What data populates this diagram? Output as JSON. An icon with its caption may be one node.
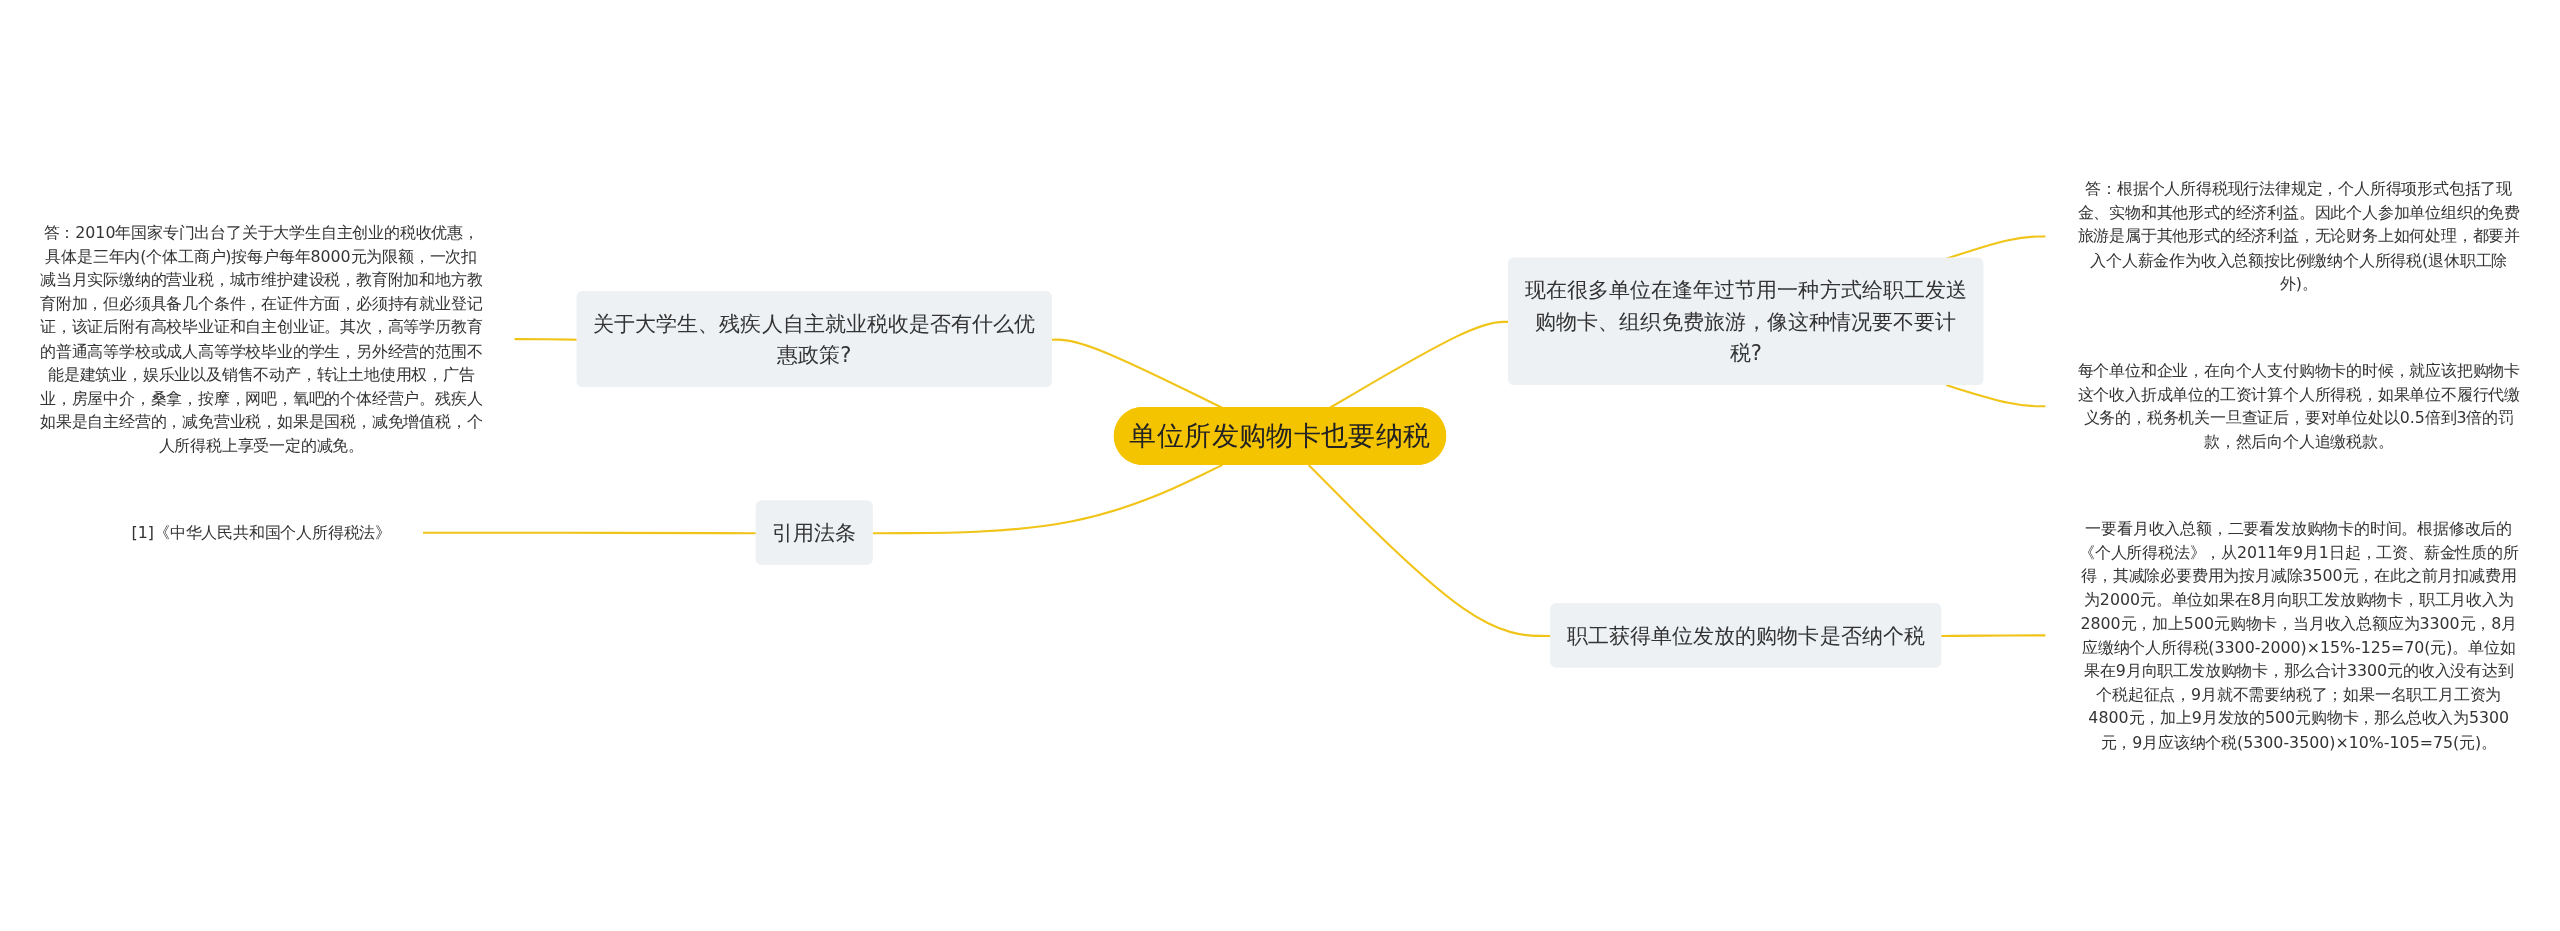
{
  "diagram": {
    "nodes": [
      {
        "text": [
          "单位所发购物卡也要纳税"
        ]
      },
      {
        "text": [
          "关于大学生、残疾人自主就业税收是否有什么优惠政策?"
        ]
      },
      {
        "text": [
          "答：2010年国家专门出台了关于大学生自主创业的税收优惠，具体是三年内(个体工商户)按每户每年8000元为限额，一次扣减当月实际缴纳的营业税，城市维护建设税，教育附加和地方教育附加，但必须具备几个条件，在证件方面，必须持有就业登记证，该证后附有高校毕业证和自主创业证。其次，高等学历教育的普通高等学校或成人高等学校毕业的学生，另外经营的范围不能是建筑业，娱乐业以及销售不动产，转让土地使用权，广告业，房屋中介，桑拿，按摩，网吧，氧吧的个体经营户。残疾人如果是自主经营的，减免营业税，如果是国税，减免增值税，个人所得税上享受一定的减免。"
        ]
      },
      {
        "text": [
          "引用法条"
        ]
      },
      {
        "text": [
          "[1]《中华人民共和国个人所得税法》"
        ]
      },
      {
        "text": [
          "现在很多单位在逢年过节用一种方式给职工发送购物卡、组织免费旅游，像这种情况要不要计税?"
        ]
      },
      {
        "text": [
          "答：根据个人所得税现行法律规定，个人所得项形式包括了现金、实物和其他形式的经济利益。因此个人参加单位组织的免费旅游是属于其他形式的经济利益，无论财务上如何处理，都要并入个人薪金作为收入总额按比例缴纳个人所得税(退休职工除外)。"
        ]
      },
      {
        "text": [
          "每个单位和企业，在向个人支付购物卡的时候，就应该把购物卡这个收入折成单位的工资计算个人所得税，如果单位不履行代缴义务的，税务机关一旦查证后，要对单位处以0.5倍到3倍的罚款，然后向个人追缴税款。"
        ]
      },
      {
        "text": [
          "职工获得单位发放的购物卡是否纳个税"
        ]
      },
      {
        "text": [
          "一要看月收入总额，二要看发放购物卡的时间。根据修改后的《个人所得税法》，从2011年9月1日起，工资、薪金性质的所得，其减除必要费用为按月减除3500元，在此之前月扣减费用为2000元。单位如果在8月向职工发放购物卡，职工月收入为2800元，加上500元购物卡，当月收入总额应为3300元，8月应缴纳个人所得税(3300-2000)×15%-125=70(元)。单位如果在9月向职工发放购物卡，那么合计3300元的收入没有达到个税起征点，9月就不需要纳税了；如果一名职工月工资为4800元，加上9月发放的500元购物卡，那么总收入为5300元，9月应该纳个税(5300-3500)×10%-105=75(元)。"
        ]
      }
    ],
    "edges": [
      {
        "from": 0,
        "to": 1,
        "arrow": "none"
      },
      {
        "from": 1,
        "to": 2,
        "arrow": "none"
      },
      {
        "from": 0,
        "to": 3,
        "arrow": "none"
      },
      {
        "from": 3,
        "to": 4,
        "arrow": "none"
      },
      {
        "from": 0,
        "to": 5,
        "arrow": "none"
      },
      {
        "from": 5,
        "to": 6,
        "arrow": "none"
      },
      {
        "from": 5,
        "to": 7,
        "arrow": "none"
      },
      {
        "from": 0,
        "to": 8,
        "arrow": "none"
      },
      {
        "from": 8,
        "to": 9,
        "arrow": "none"
      }
    ]
  }
}
